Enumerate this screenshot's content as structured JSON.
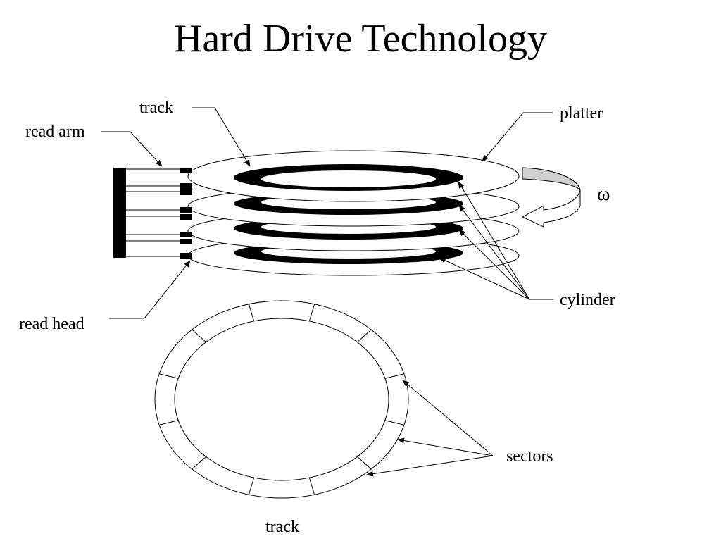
{
  "title": "Hard Drive Technology",
  "labels": {
    "track_top": "track",
    "read_arm": "read arm",
    "platter": "platter",
    "omega": "ω",
    "cylinder": "cylinder",
    "read_head": "read head",
    "sectors": "sectors",
    "track_bottom": "track"
  },
  "colors": {
    "ink": "#000000",
    "rotation_arrow": "#d0d0d0",
    "background": "#ffffff"
  },
  "platter_count": 4,
  "sector_count": 12
}
